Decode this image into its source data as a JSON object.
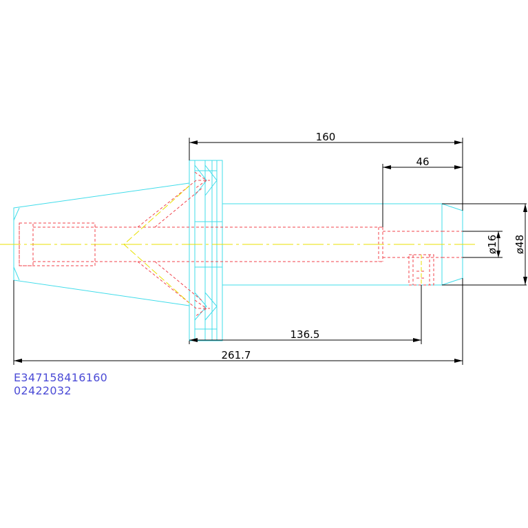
{
  "colors": {
    "background": "#ffffff",
    "outline": "#3fdcea",
    "hidden": "#f0404a",
    "centerline": "#e8e000",
    "dimension": "#000000",
    "code_text": "#4b4bd6"
  },
  "dimensions": {
    "overall_length": "261.7",
    "body_length": "160",
    "bore_depth": "46",
    "screw_position": "136.5",
    "bore_diameter": "ø16",
    "outer_diameter": "ø48"
  },
  "part_code": {
    "line1": "E347158416160",
    "line2": "02422032"
  }
}
